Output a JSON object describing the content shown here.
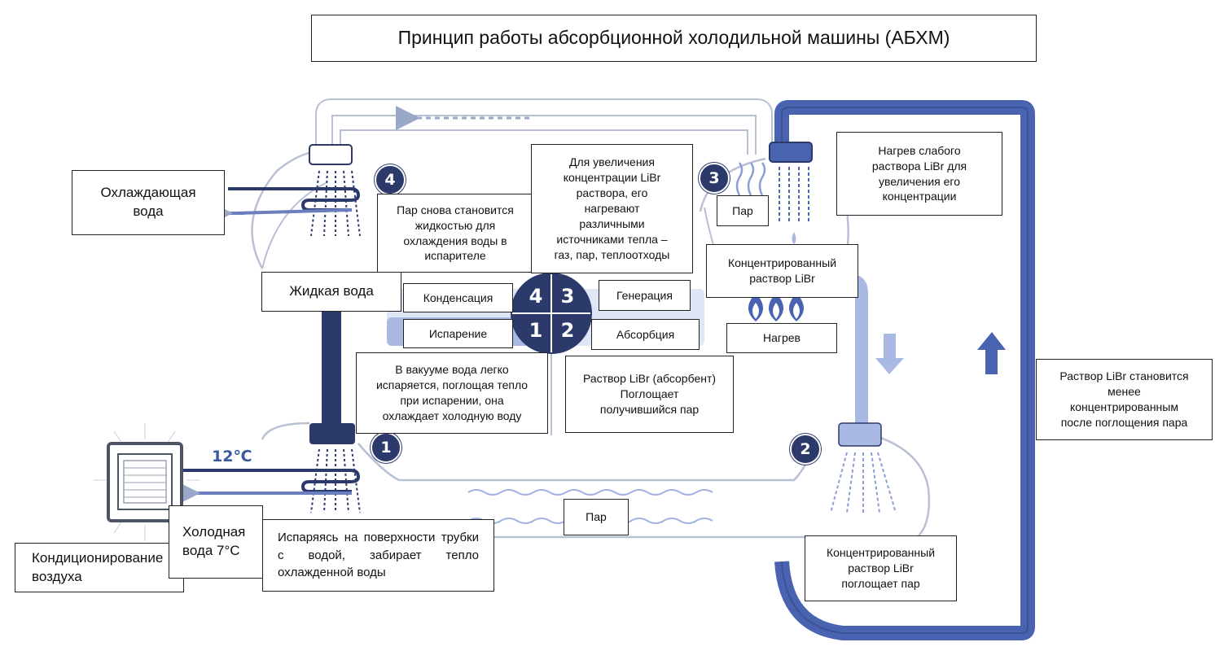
{
  "title": "Принцип работы абсорбционной холодильной машины (АБХМ)",
  "stages": {
    "q1": "1",
    "q2": "2",
    "q3": "3",
    "q4": "4",
    "condensation": "Конденсация",
    "evaporation": "Испарение",
    "generation": "Генерация",
    "absorption": "Абсорбция"
  },
  "badges": {
    "b1": "1",
    "b2": "2",
    "b3": "3",
    "b4": "4"
  },
  "labels": {
    "cooling_water": "Охлаждающая\nвода",
    "steam_to_liquid": "Пар снова становится\nжидкостью для\nохлаждения воды в\nиспарителе",
    "concentration_heat": "Для увеличения\nконцентрации LiBr\nраствора, его\nнагревают\nразличными\nисточниками тепла –\nгаз, пар, теплоотходы",
    "steam_top": "Пар",
    "heating_weak": "Нагрев слабого\nраствора LiBr для\nувеличения его\nконцентрации",
    "concentrated_top": "Концентрированный\nраствор LiBr",
    "heating": "Нагрев",
    "liquid_water": "Жидкая вода",
    "vacuum_evap": "В вакууме вода легко\nиспаряется, поглощая тепло\nпри испарении, она\nохлаждает холодную воду",
    "libr_absorbent": "Раствор LiBr (абсорбент)\nПоглощает\nполучившийся пар",
    "less_concentrated": "Раствор LiBr становится\nменее\nконцентрированным\nпосле поглощения пара",
    "temp_hot": "12℃",
    "cold_water": "Холодная\nвода 7°C",
    "air_conditioning": "Кондиционирование\nвоздуха",
    "evaporating_surface": "Испаряясь на поверхности трубки с водой, забирает тепло охлажденной воды",
    "steam_bottom": "Пар",
    "concentrated_absorbs": "Концентрированный\nраствор LiBr\nпоглощает пар"
  },
  "colors": {
    "dark_blue": "#2b3a6b",
    "mid_blue": "#4a63b0",
    "light_blue": "#a9b9e4",
    "pale_blue": "#dfe6f6",
    "outline": "#b8c1d4"
  }
}
